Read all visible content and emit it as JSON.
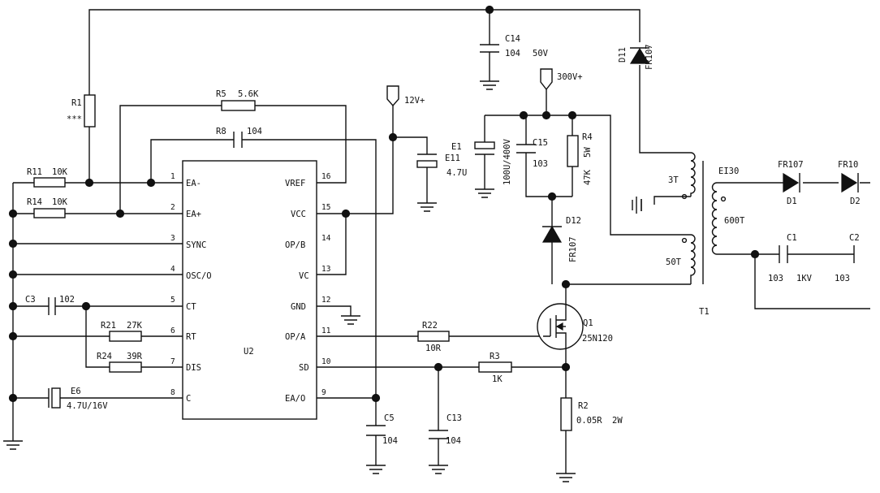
{
  "ic": {
    "name": "U2",
    "left_pins": [
      {
        "num": "1",
        "label": "EA-"
      },
      {
        "num": "2",
        "label": "EA+"
      },
      {
        "num": "3",
        "label": "SYNC"
      },
      {
        "num": "4",
        "label": "OSC/O"
      },
      {
        "num": "5",
        "label": "CT"
      },
      {
        "num": "6",
        "label": "RT"
      },
      {
        "num": "7",
        "label": "DIS"
      },
      {
        "num": "8",
        "label": "C"
      }
    ],
    "right_pins": [
      {
        "num": "16",
        "label": "VREF"
      },
      {
        "num": "15",
        "label": "VCC"
      },
      {
        "num": "14",
        "label": "OP/B"
      },
      {
        "num": "13",
        "label": "VC"
      },
      {
        "num": "12",
        "label": "GND"
      },
      {
        "num": "11",
        "label": "OP/A"
      },
      {
        "num": "10",
        "label": "SD"
      },
      {
        "num": "9",
        "label": "EA/O"
      }
    ]
  },
  "components": {
    "r1": {
      "ref": "R1",
      "value": "***"
    },
    "r5": {
      "ref": "R5",
      "value": "5.6K"
    },
    "r8": {
      "ref": "R8",
      "value": "104"
    },
    "r11": {
      "ref": "R11",
      "value": "10K"
    },
    "r14": {
      "ref": "R14",
      "value": "10K"
    },
    "c3": {
      "ref": "C3",
      "value": "102"
    },
    "r21": {
      "ref": "R21",
      "value": "27K"
    },
    "r24": {
      "ref": "R24",
      "value": "39R"
    },
    "e6": {
      "ref": "E6",
      "value": "4.7U/16V"
    },
    "c14": {
      "ref": "C14",
      "value": "104",
      "extra": "50V"
    },
    "e11": {
      "ref": "E11",
      "value": "4.7U",
      "extra": "E1"
    },
    "e1": {
      "value": "100U/400V"
    },
    "c15": {
      "ref": "C15",
      "value": "103"
    },
    "r4": {
      "ref": "R4",
      "value": "47K",
      "extra": "5W"
    },
    "d11": {
      "ref": "D11",
      "value": "FR107"
    },
    "d12": {
      "ref": "D12",
      "value": "FR107"
    },
    "r22": {
      "ref": "R22",
      "value": "10R"
    },
    "r3": {
      "ref": "R3",
      "value": "1K"
    },
    "q1": {
      "ref": "Q1",
      "value": "25N120"
    },
    "r2": {
      "ref": "R2",
      "value": "0.05R",
      "extra": "2W"
    },
    "c5": {
      "ref": "C5",
      "value": "104"
    },
    "c13": {
      "ref": "C13",
      "value": "104"
    },
    "d1": {
      "ref": "D1",
      "value": "FR107"
    },
    "d2": {
      "ref": "D2",
      "value": "FR10"
    },
    "c1": {
      "ref": "C1",
      "value": "103",
      "extra": "1KV"
    },
    "c2": {
      "ref": "C2",
      "value": "103"
    }
  },
  "transformer": {
    "ref": "T1",
    "core": "EI30",
    "winding_3t": "3T",
    "winding_50t": "50T",
    "winding_600t": "600T"
  },
  "supplies": {
    "v12": "12V+",
    "v300": "300V+"
  }
}
